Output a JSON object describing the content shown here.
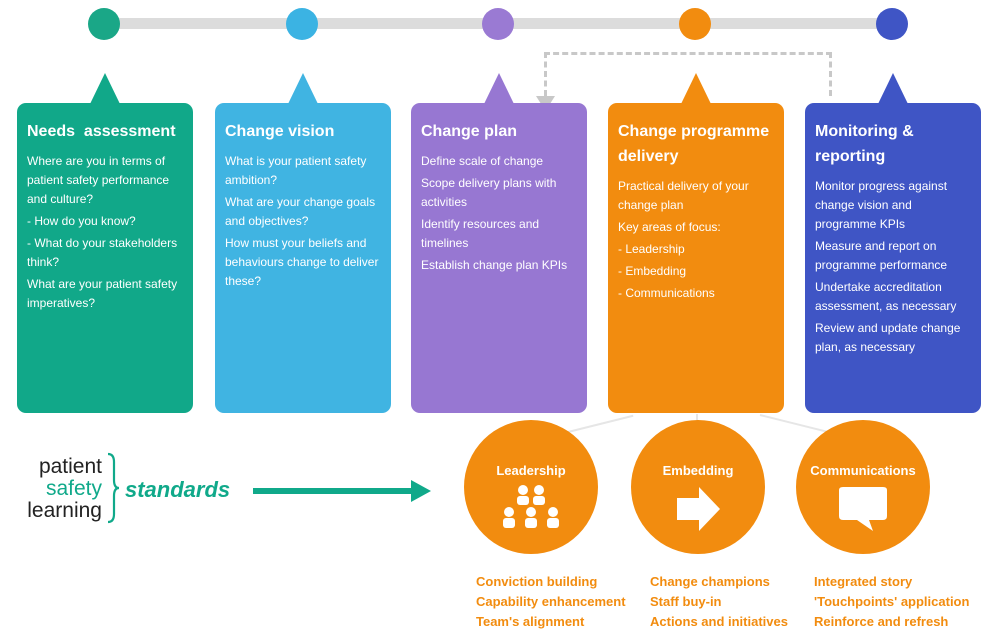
{
  "colors": {
    "teal": "#11a889",
    "sky": "#40b4e2",
    "purple": "#9777d2",
    "orange": "#f28c0f",
    "navy": "#3f55c5",
    "brand_green": "#10a98a",
    "dot_teal": "#1aa787",
    "dot_sky": "#3bb3e3",
    "dot_purple": "#9a7ad3",
    "dot_orange": "#f28c0f",
    "dot_navy": "#3f55c5"
  },
  "steps": [
    {
      "title": "Needs  assessment",
      "items": [
        "Where are you in terms of patient safety performance and culture?",
        "- How do you know?",
        "- What do your stakeholders think?",
        "What are your patient safety imperatives?"
      ]
    },
    {
      "title": "Change vision",
      "items": [
        "What is your patient safety ambition?",
        "What are your change goals and objectives?",
        "How must your beliefs and behaviours change to deliver these?"
      ]
    },
    {
      "title": "Change plan",
      "items": [
        "Define scale of change",
        "Scope delivery plans with activities",
        "Identify resources and timelines",
        "Establish change plan KPIs"
      ]
    },
    {
      "title": "Change programme delivery",
      "items": [
        "Practical delivery of your change plan",
        "Key areas of focus:",
        "- Leadership",
        "- Embedding",
        "- Communications"
      ]
    },
    {
      "title": "Monitoring & reporting",
      "items": [
        "Monitor progress against change vision and programme KPIs",
        "Measure and report on programme performance",
        "Undertake accreditation assessment, as necessary",
        "Review and update change plan, as necessary"
      ]
    }
  ],
  "brand": {
    "line1": "patient",
    "line2": "safety",
    "line3": "learning",
    "standards": "standards"
  },
  "focus": [
    {
      "label": "Leadership",
      "icon": "people-hierarchy-icon",
      "items": [
        "Conviction building",
        "Capability enhancement",
        "Team's alignment"
      ]
    },
    {
      "label": "Embedding",
      "icon": "arrow-right-icon",
      "items": [
        "Change champions",
        "Staff buy-in",
        "Actions and initiatives"
      ]
    },
    {
      "label": "Communications",
      "icon": "speech-bubble-icon",
      "items": [
        "Integrated story",
        "'Touchpoints' application",
        "Reinforce and refresh"
      ]
    }
  ]
}
